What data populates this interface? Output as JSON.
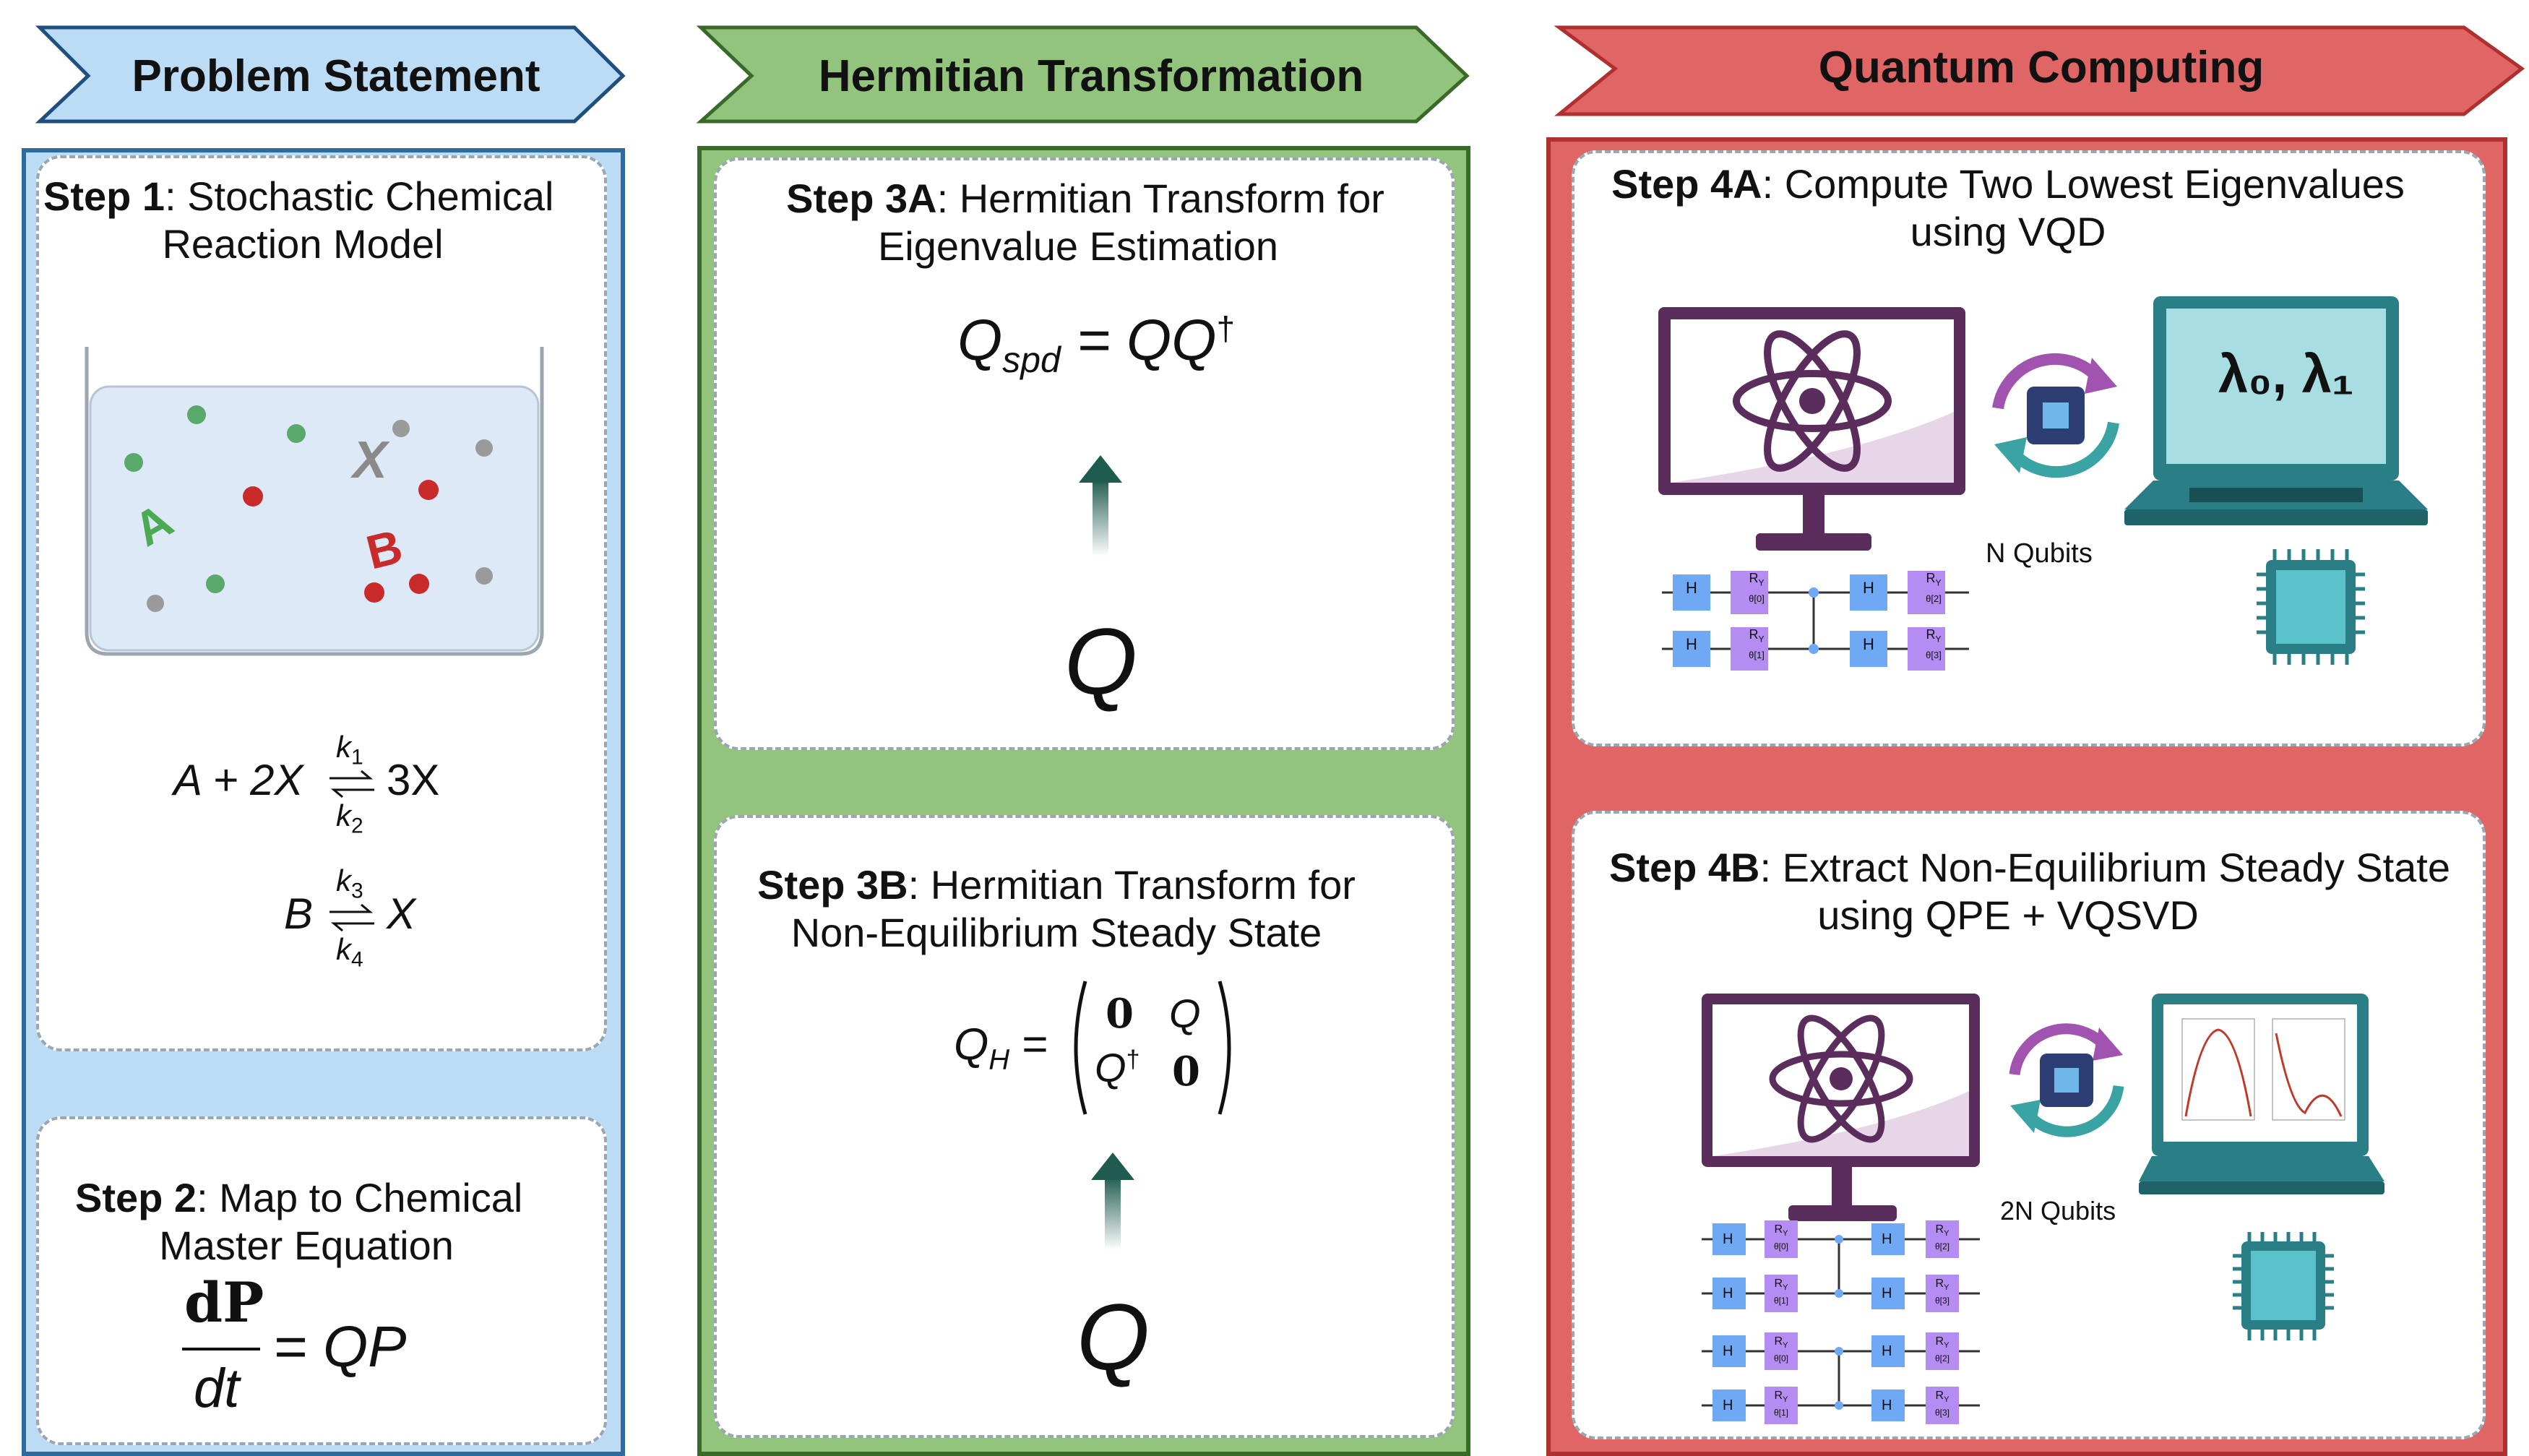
{
  "banners": [
    {
      "label": "Problem Statement",
      "color": "#bcdbf4",
      "stroke": "#1e4f7d"
    },
    {
      "label": "Hermitian Transformation",
      "color": "#93c47d",
      "stroke": "#3a6a2a"
    },
    {
      "label": "Quantum Computing",
      "color": "#e06666",
      "stroke": "#b03030"
    }
  ],
  "panels": {
    "problem": {
      "step1": {
        "bold": "Step 1",
        "rest": ": Stochastic Chemical",
        "line2": "Reaction Model",
        "beaker_labels": {
          "a": "A",
          "b": "B",
          "x": "X"
        },
        "reaction1": {
          "lhs": "A + 2X",
          "rhs": "3X",
          "k_top": "k",
          "k_top_sub": "1",
          "k_bot": "k",
          "k_bot_sub": "2"
        },
        "reaction2": {
          "lhs": "B",
          "rhs": "X",
          "k_top": "k",
          "k_top_sub": "3",
          "k_bot": "k",
          "k_bot_sub": "4"
        }
      },
      "step2": {
        "bold": "Step 2",
        "rest": ": Map to Chemical",
        "line2": "Master Equation",
        "eq_num": "dP",
        "eq_den": "dt",
        "eq_rhs": "= QP"
      }
    },
    "hermitian": {
      "step3a": {
        "bold": "Step 3A",
        "rest": ": Hermitian Transform for",
        "line2": "Eigenvalue Estimation",
        "eq": "Q",
        "eq_sub": "spd",
        "eq_rhs": "= QQ",
        "eq_sup": "†",
        "source": "Q"
      },
      "step3b": {
        "bold": "Step 3B",
        "rest": ": Hermitian Transform for",
        "line2": "Non-Equilibrium Steady State",
        "eq_lhs": "Q",
        "eq_sub": "H",
        "m11": "0",
        "m12": "Q",
        "m21": "Q",
        "m21_sup": "†",
        "m22": "0",
        "source": "Q"
      }
    },
    "quantum": {
      "step4a": {
        "bold": "Step 4A",
        "rest": ": Compute Two Lowest Eigenvalues",
        "line2": "using VQD",
        "qubits": "N Qubits",
        "screen_text": "λ₀, λ₁",
        "gates": [
          "H",
          "R",
          "θ[0]",
          "θ[1]",
          "θ[2]",
          "θ[3]"
        ],
        "gate_sub": "Y"
      },
      "step4b": {
        "bold": "Step 4B",
        "rest": ": Extract Non-Equilibrium Steady State",
        "line2": "using QPE + VQSVD",
        "qubits": "2N Qubits",
        "gates": [
          "H",
          "R",
          "θ[0]",
          "θ[1]",
          "θ[2]",
          "θ[3]"
        ],
        "gate_sub": "Y"
      }
    }
  },
  "colors": {
    "blue_bg": "#bcdbf4",
    "blue_border": "#2c6aa0",
    "green_bg": "#93c47d",
    "green_border": "#3a6a2a",
    "red_bg": "#e06666",
    "red_border": "#b03030",
    "monitor": "#5a2d5c",
    "laptop": "#2a7f87",
    "gate_h": "#6fa8f5",
    "gate_r": "#b48cf2"
  }
}
